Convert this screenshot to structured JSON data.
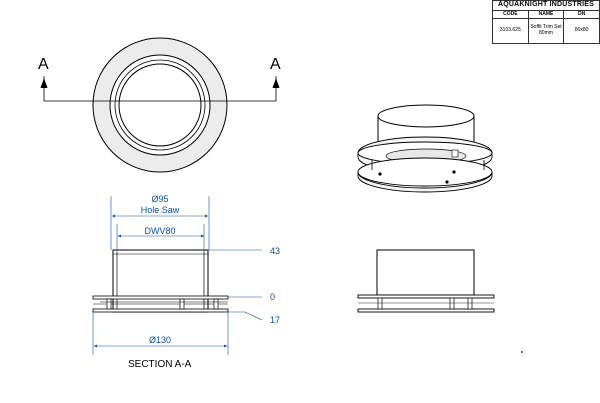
{
  "title_block": {
    "company": "AQUAKNIGHT INDUSTRIES",
    "headers": {
      "code": "CODE",
      "name": "NAME",
      "dn": "DN"
    },
    "row": {
      "code": "3103.625",
      "name": "Soffit Trim Set 80mm",
      "dn": "80x80"
    }
  },
  "plan_view": {
    "section_marker_left": "A",
    "section_marker_right": "A"
  },
  "section_view": {
    "hole_saw_dia": "Ø95",
    "hole_saw_label": "Hole Saw",
    "pipe_label": "DWV80",
    "outer_dia": "Ø130",
    "level_top": "43",
    "level_zero": "0",
    "level_bottom": "17",
    "caption": "SECTION A-A"
  },
  "colors": {
    "line": "#000000",
    "dimension": "#0a4fb8",
    "ring_fill": "#ececec"
  }
}
